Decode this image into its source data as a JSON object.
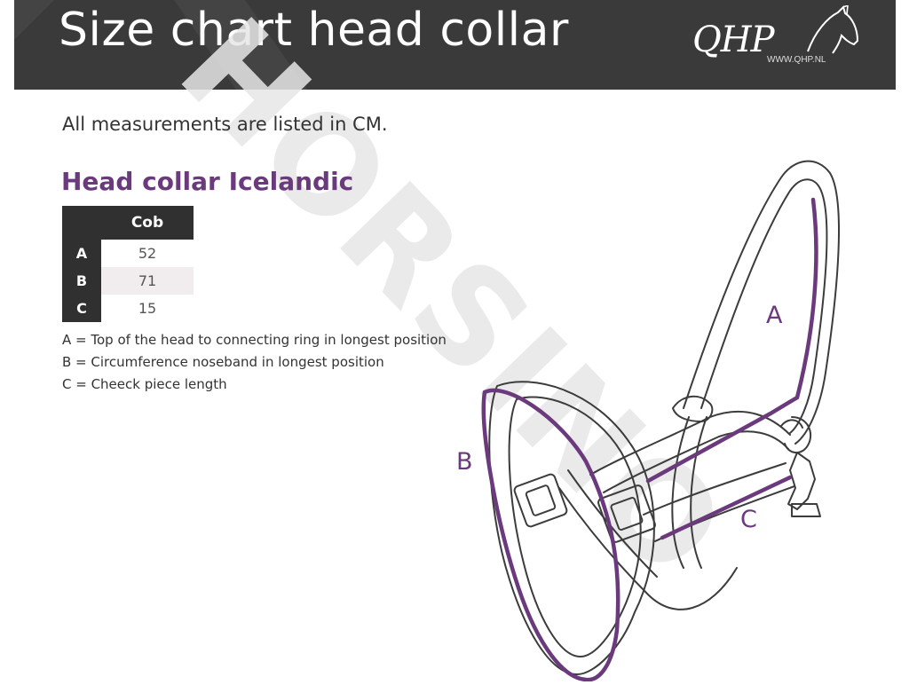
{
  "header": {
    "title": "Size chart head collar",
    "logo_text": "QHP",
    "logo_url": "WWW.QHP.NL"
  },
  "intro": "All measurements are listed in CM.",
  "section": {
    "title": "Head collar Icelandic"
  },
  "table": {
    "column": "Cob",
    "rows": [
      {
        "label": "A",
        "value": "52"
      },
      {
        "label": "B",
        "value": "71"
      },
      {
        "label": "C",
        "value": "15"
      }
    ]
  },
  "legend": [
    "A = Top of the head to connecting ring in longest position",
    "B = Circumference noseband in longest position",
    "C = Cheeck piece length"
  ],
  "diagram": {
    "labels": [
      "A",
      "B",
      "C"
    ]
  },
  "watermark": "HORSINO",
  "colors": {
    "header_bg": "#3a3a3a",
    "accent": "#6b3a7d",
    "table_dark": "#303030",
    "alt_row": "#f1ecee"
  }
}
